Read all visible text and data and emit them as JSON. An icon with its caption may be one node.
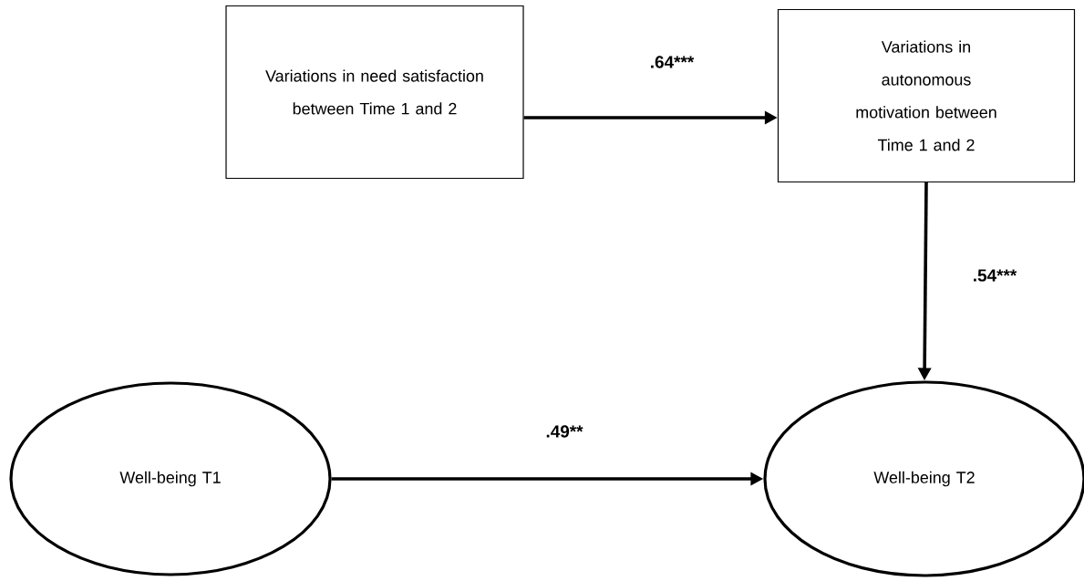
{
  "diagram": {
    "nodes": [
      {
        "text": [
          "Variations in need satisfaction between Time 1 and 2"
        ]
      },
      {
        "text": [
          "Variations in autonomous motivation between Time 1 and 2"
        ]
      },
      {
        "text": [
          "Well-being T1"
        ]
      },
      {
        "text": [
          "Well-being T2"
        ]
      }
    ],
    "edges": [
      {
        "from": 0,
        "to": 1,
        "arrow": "to",
        "label": ".64***"
      },
      {
        "from": 1,
        "to": 3,
        "arrow": "to",
        "label": ".54***"
      },
      {
        "from": 2,
        "to": 3,
        "arrow": "to",
        "label": ".49**"
      }
    ]
  }
}
